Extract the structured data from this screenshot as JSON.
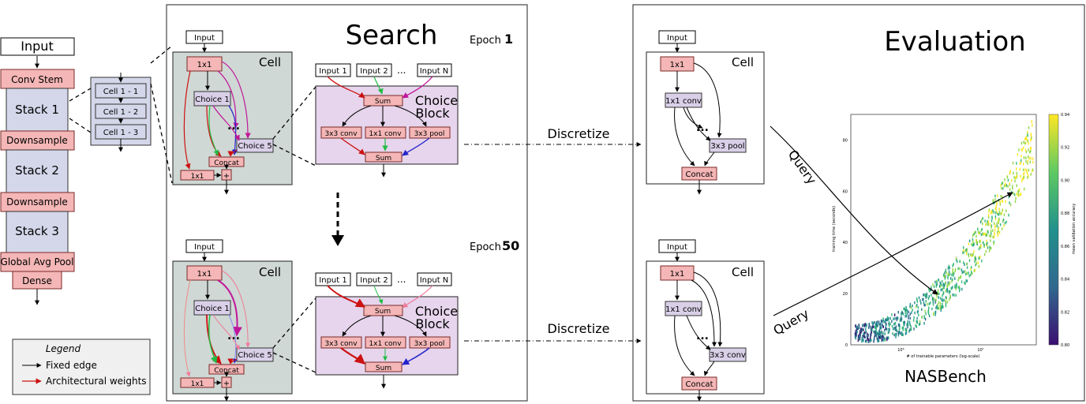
{
  "left_network": {
    "input": "Input",
    "conv_stem": "Conv Stem",
    "stack1": "Stack 1",
    "downsample1": "Downsample",
    "stack2": "Stack 2",
    "downsample2": "Downsample",
    "stack3": "Stack 3",
    "global_avg_pool": "Global Avg Pool",
    "dense": "Dense",
    "cells": [
      "Cell 1 - 1",
      "Cell 1 - 2",
      "Cell 1 - 3"
    ]
  },
  "legend": {
    "title": "Legend",
    "fixed_edge": "Fixed edge",
    "arch_weights": "Architectural weights"
  },
  "search": {
    "title": "Search",
    "epoch1_label": "Epoch",
    "epoch1_value": "1",
    "epoch50_label": "Epoch",
    "epoch50_value": "50",
    "cell": {
      "input": "Input",
      "op1x1": "1x1",
      "title": "Cell",
      "choice1": "Choice 1",
      "ellipsis": "...",
      "choice5": "Choice 5",
      "concat": "Concat",
      "proj1x1": "1x1",
      "plus": "+"
    },
    "choice_block": {
      "inputs": [
        "Input 1",
        "Input 2",
        "Input N"
      ],
      "ellipsis": "...",
      "title1": "Choice",
      "title2": "Block",
      "sum_top": "Sum",
      "ops": [
        "3x3 conv",
        "1x1 conv",
        "3x3 pool"
      ],
      "sum_bottom": "Sum"
    }
  },
  "discretize": [
    "Discretize",
    "Discretize"
  ],
  "evaluation": {
    "title": "Evaluation",
    "cell_top": {
      "input": "Input",
      "op1x1": "1x1",
      "title": "Cell",
      "conv": "1x1 conv",
      "ellipsis": "...",
      "pool": "3x3 pool",
      "concat": "Concat"
    },
    "cell_bottom": {
      "input": "Input",
      "op1x1": "1x1",
      "title": "Cell",
      "conv": "1x1 conv",
      "ellipsis": "...",
      "conv2": "3x3 conv",
      "concat": "Concat"
    },
    "query_top": "Query",
    "query_bottom": "Query",
    "nasbench": "NASBench"
  },
  "chart_data": {
    "type": "scatter",
    "xlabel": "# of trainable parameters (log-scale)",
    "ylabel": "training time (seconds)",
    "colorbar_label": "mean validation accuracy",
    "xscale": "log",
    "x_ticks": [
      "10⁶",
      "10⁷"
    ],
    "y_ticks": [
      "0",
      "20",
      "40",
      "60",
      "80"
    ],
    "ylim": [
      0,
      90
    ],
    "colorbar_ticks": [
      "0.80",
      "0.82",
      "0.84",
      "0.86",
      "0.88",
      "0.90",
      "0.92",
      "0.94"
    ],
    "colormap": [
      "#3b0f70",
      "#31688e",
      "#21918c",
      "#35b779",
      "#90d743",
      "#fde725"
    ]
  }
}
